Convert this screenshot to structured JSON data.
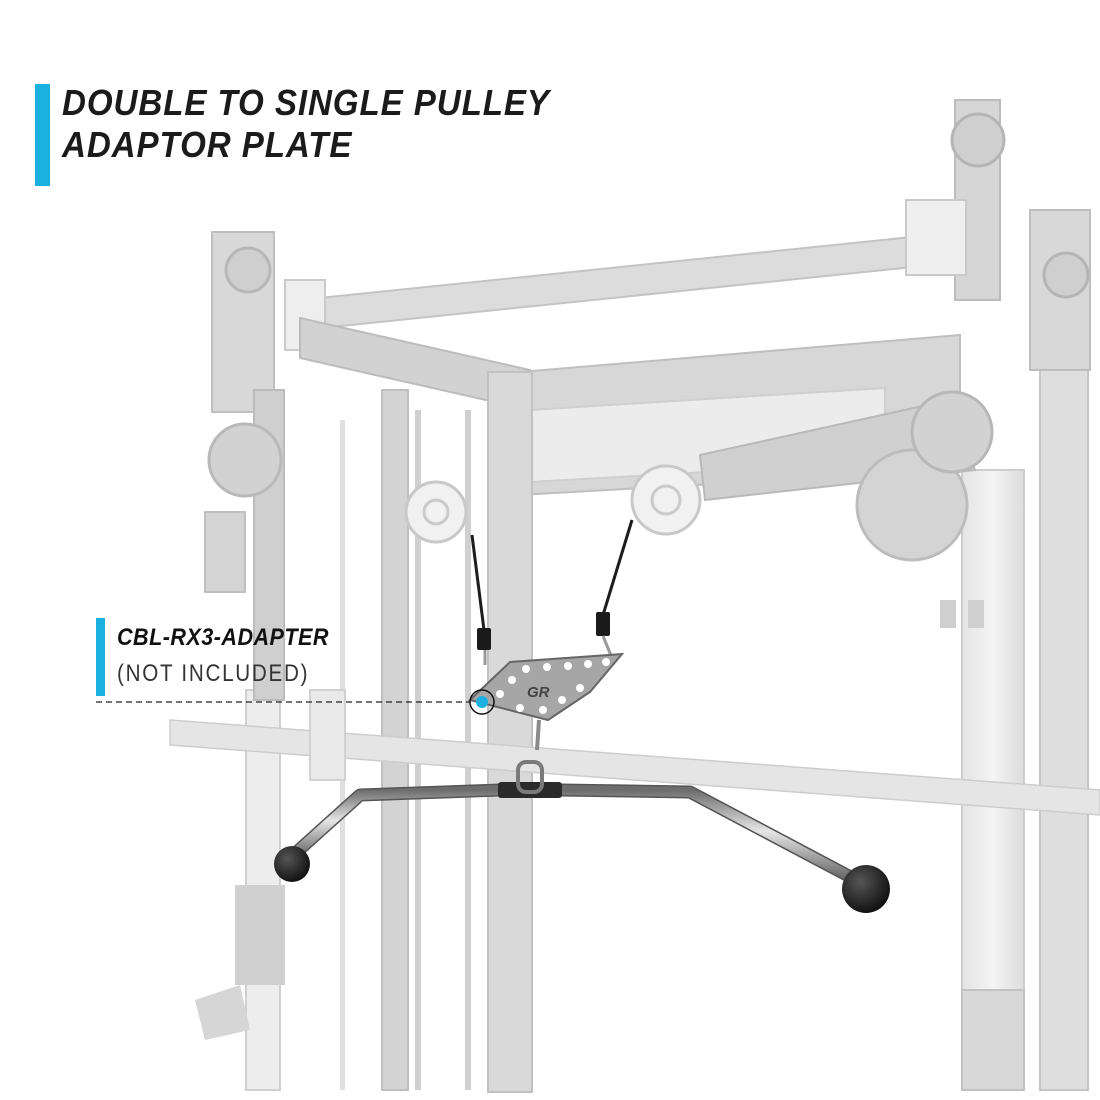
{
  "heading": {
    "line1": "DOUBLE TO SINGLE PULLEY",
    "line2": "ADAPTOR PLATE"
  },
  "callout": {
    "model": "CBL-RX3-ADAPTER",
    "note": "(NOT INCLUDED)"
  },
  "logo_text": "GR",
  "colors": {
    "accent": "#1ab1e0",
    "frame": "#d4d4d4",
    "frame_edge": "#bdbdbd",
    "text_dark": "#1b1b1b",
    "handle_knob": "#151515",
    "bar_steel": "#9a9a9a"
  }
}
